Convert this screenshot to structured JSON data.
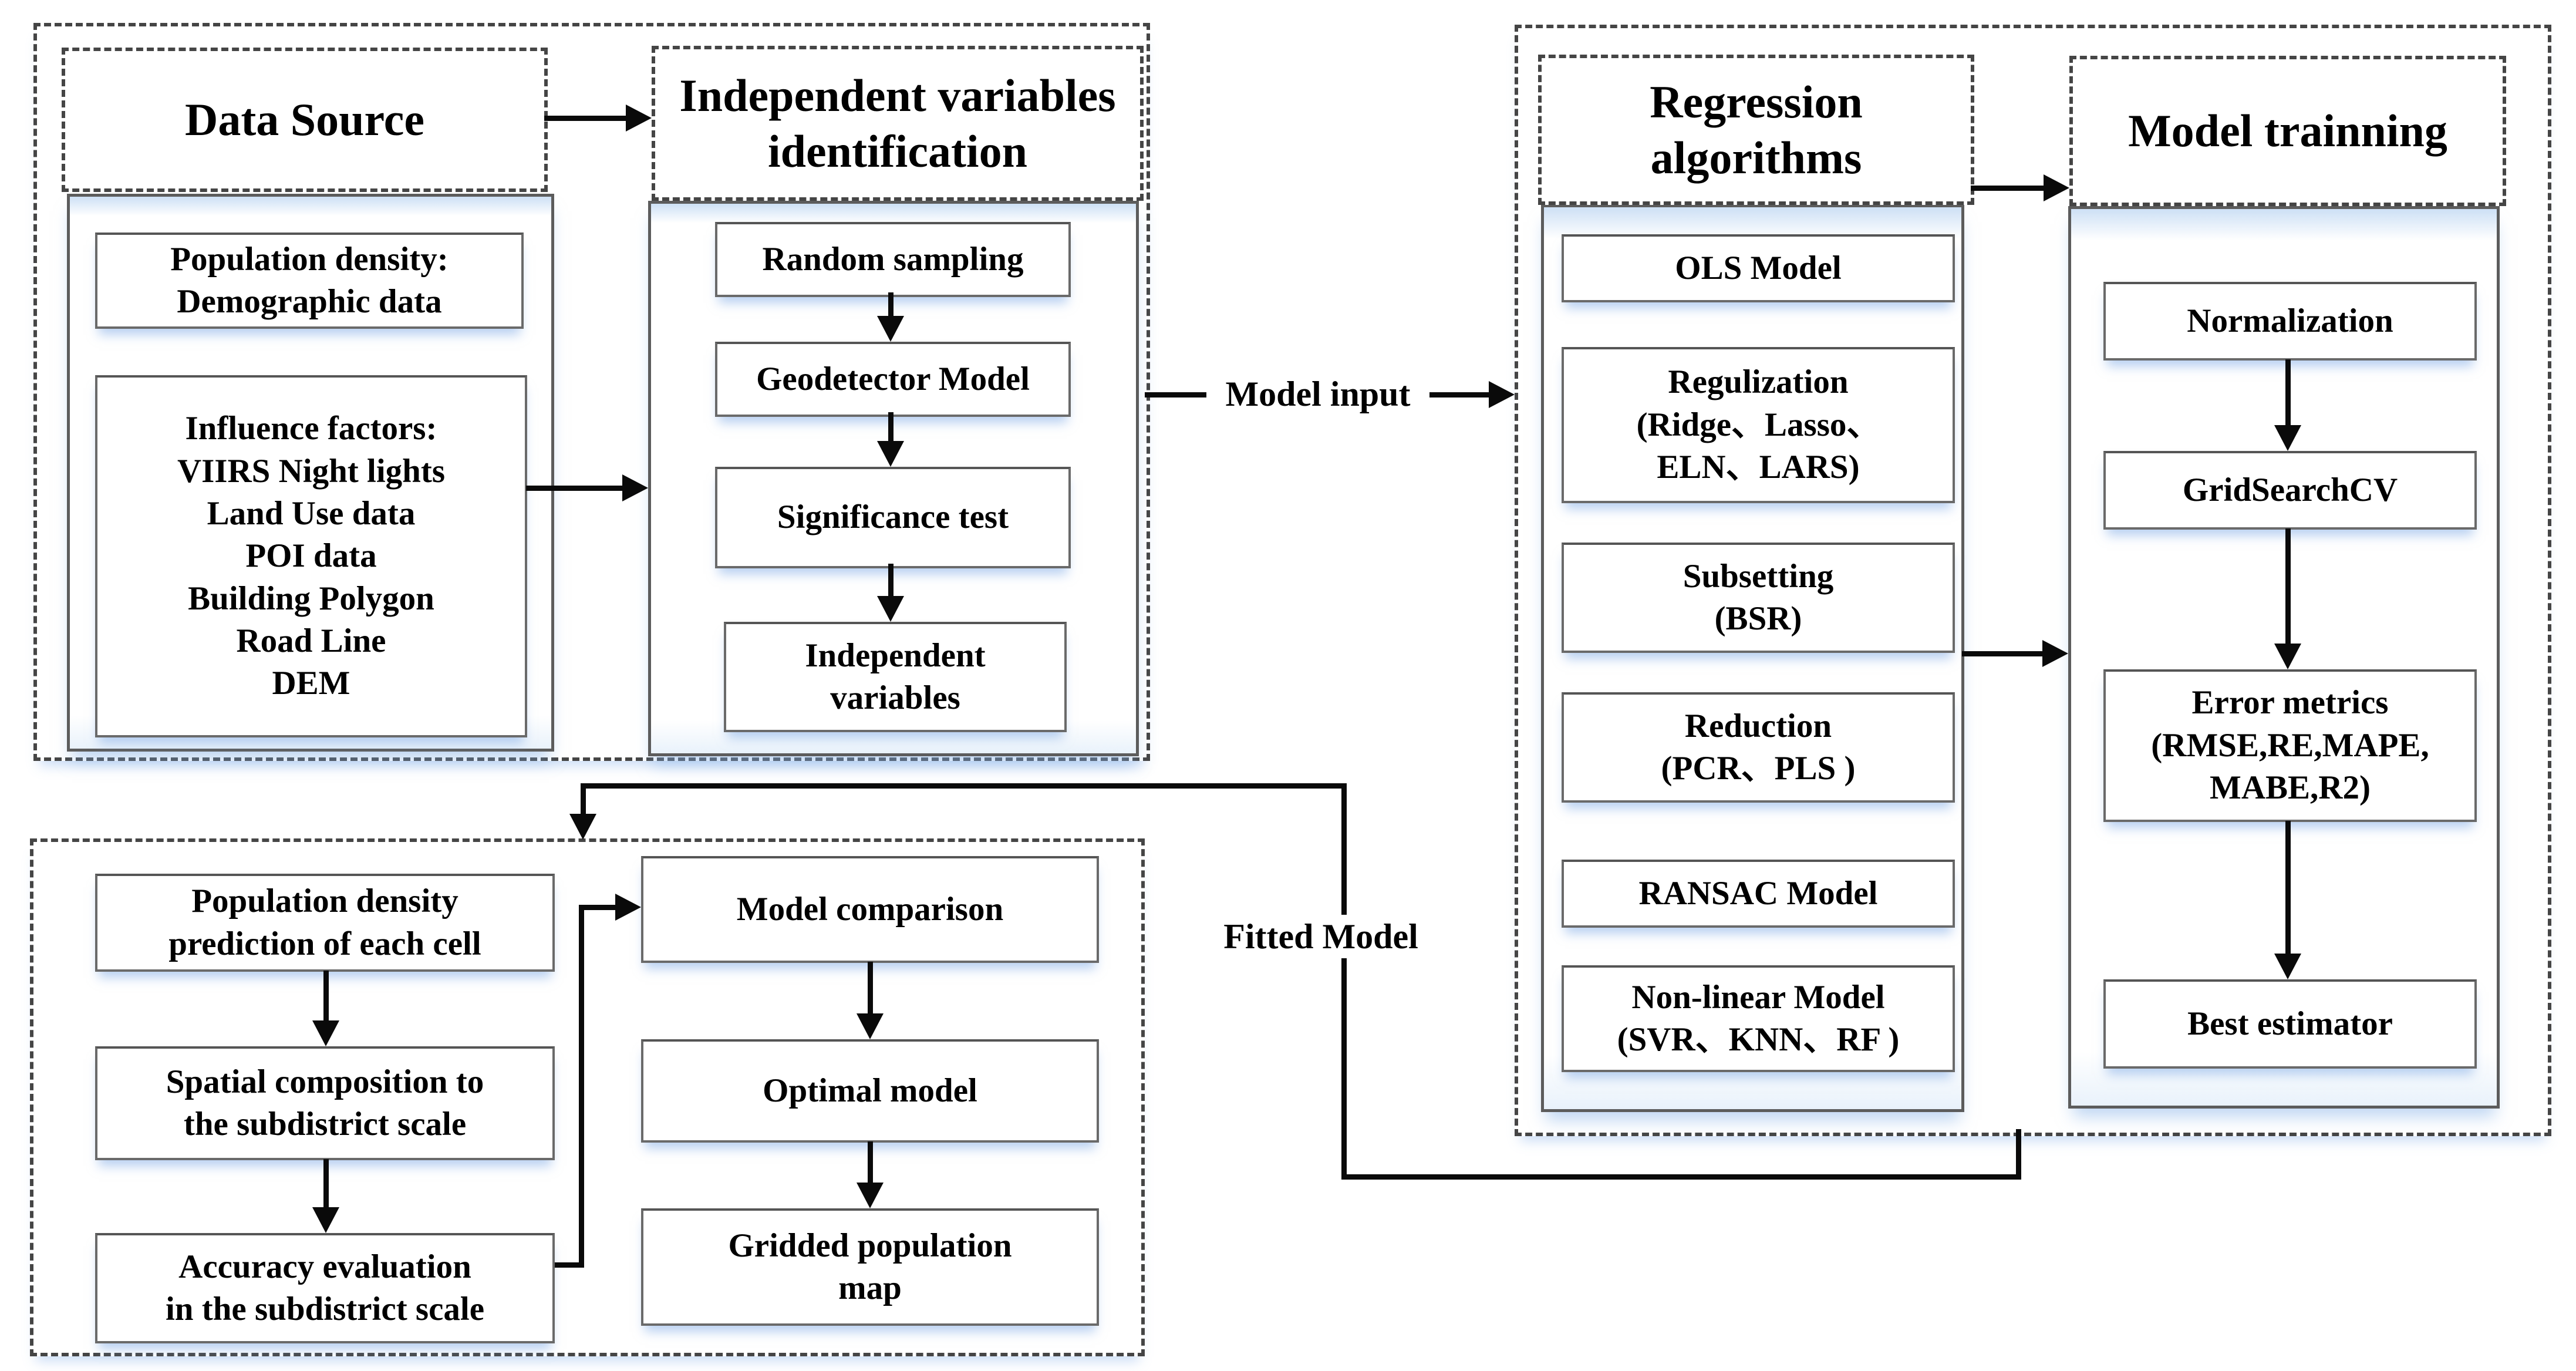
{
  "data_source": {
    "title": "Data Source",
    "demographic": "Population density:\nDemographic data",
    "influence": "Influence factors:\nVIIRS Night lights\nLand Use data\nPOI data\nBuilding Polygon\nRoad Line\nDEM"
  },
  "independent_variables": {
    "title": "Independent variables\nidentification",
    "random_sampling": "Random sampling",
    "geodetector": "Geodetector Model",
    "significance": "Significance test",
    "independent": "Independent\nvariables"
  },
  "regression": {
    "title": "Regression\nalgorithms",
    "ols": "OLS Model",
    "regulization": "Regulization\n(Ridge、Lasso、\nELN、LARS)",
    "subsetting": "Subsetting\n(BSR)",
    "reduction": "Reduction\n(PCR、PLS )",
    "ransac": "RANSAC Model",
    "nonlinear": "Non-linear Model\n(SVR、KNN、RF )"
  },
  "training": {
    "title": "Model trainning",
    "normalization": "Normalization",
    "gridsearch": "GridSearchCV",
    "error_metrics": "Error metrics\n(RMSE,RE,MAPE,\nMABE,R2)",
    "best_estimator": "Best estimator"
  },
  "prediction": {
    "predict_cell": "Population density\nprediction of each cell",
    "spatial_composition": "Spatial composition to\nthe subdistrict scale",
    "accuracy_evaluation": "Accuracy evaluation\nin the subdistrict scale",
    "model_comparison": "Model comparison",
    "optimal_model": "Optimal model",
    "gridded_map": "Gridded population\nmap"
  },
  "flow_labels": {
    "model_input": "Model input",
    "fitted_model": "Fitted Model"
  },
  "colors": {
    "line": "#0a0a0a",
    "box_border": "#6a6a6a",
    "dashed_border": "#454545",
    "tint_blue": "#cde0f5"
  }
}
